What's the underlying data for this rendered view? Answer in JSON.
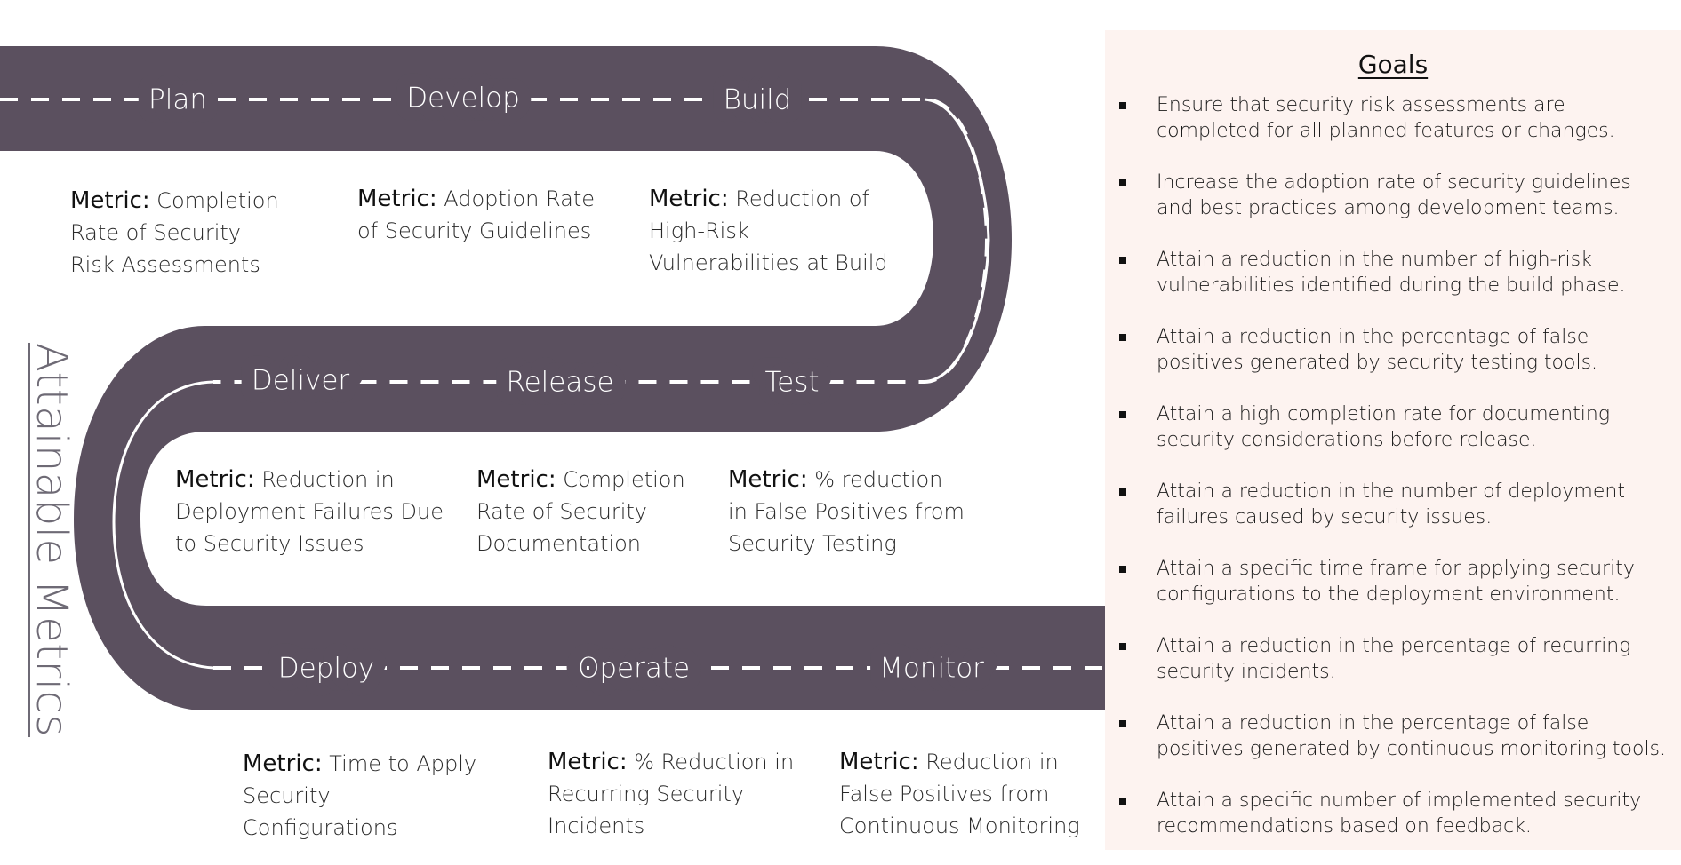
{
  "side_title": "Attainable Metrics",
  "stages": {
    "plan": "Plan",
    "develop": "Develop",
    "build": "Build",
    "deliver": "Deliver",
    "release": "Release",
    "test": "Test",
    "deploy": "Deploy",
    "operate": "Operate",
    "monitor": "Monitor"
  },
  "metric_prefix": "Metric:",
  "metrics": {
    "plan": "Completion Rate of Security Risk Assessments",
    "develop": "Adoption Rate of Security Guidelines",
    "build": "Reduction of High-Risk Vulnerabilities at Build",
    "deliver": "Reduction in Deployment Failures Due to Security Issues",
    "release": "Completion Rate of Security Documentation",
    "test": "% reduction in False Positives from Security Testing",
    "deploy": "Time to Apply Security Configurations",
    "operate": "% Reduction in Recurring Security Incidents",
    "monitor": "Reduction in False Positives from Continuous Monitoring"
  },
  "goals": {
    "title": "Goals",
    "items": [
      "Ensure that security risk assessments are completed for all planned features or changes.",
      "Increase the adoption rate of security guidelines and best practices among development teams.",
      "Attain a reduction in the number of high-risk vulnerabilities identified during the build phase.",
      "Attain a reduction in the percentage of false positives generated by security testing tools.",
      "Attain a high completion rate for documenting security considerations before release.",
      "Attain a reduction in the number of deployment failures caused by security issues.",
      "Attain a specific time frame for applying security configurations to the deployment environment.",
      "Attain a reduction in the percentage of recurring security incidents.",
      "Attain a reduction in the percentage of false positives generated by continuous monitoring tools.",
      "Attain a specific number of implemented security recommendations based on feedback."
    ]
  },
  "colors": {
    "road": "#5b505f",
    "goals_bg": "#fdf3f0"
  }
}
